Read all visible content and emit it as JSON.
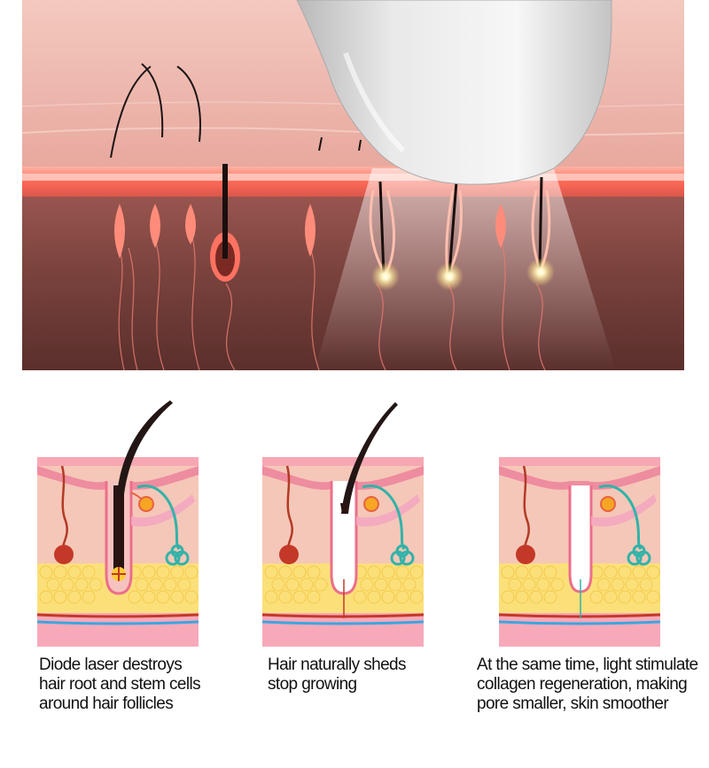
{
  "captions": [
    {
      "lines": [
        "Diode laser destroys",
        "hair root and stem cells",
        "around hair follicles"
      ]
    },
    {
      "lines": [
        "Hair naturally sheds",
        "stop growing"
      ]
    },
    {
      "lines": [
        "At the same time, light stimulate",
        "collagen regeneration, making",
        "pore smaller, skin smoother"
      ]
    }
  ],
  "colors": {
    "skin_top": "#f2b9ae",
    "skin_deep": "#6e3c38",
    "laser_band": "#ff6b5a",
    "fat": "#fbe07a",
    "follicle_sheath": "#ec6f8a",
    "gland": "#32b3a8",
    "vessel_red": "#c43828",
    "vessel_blue": "#3aa6e0",
    "device": "#d9d9d9"
  },
  "icons": [
    "laser-device-icon",
    "hair-follicle-icon",
    "sebaceous-gland-icon",
    "sweat-gland-icon",
    "blood-vessel-icon"
  ]
}
